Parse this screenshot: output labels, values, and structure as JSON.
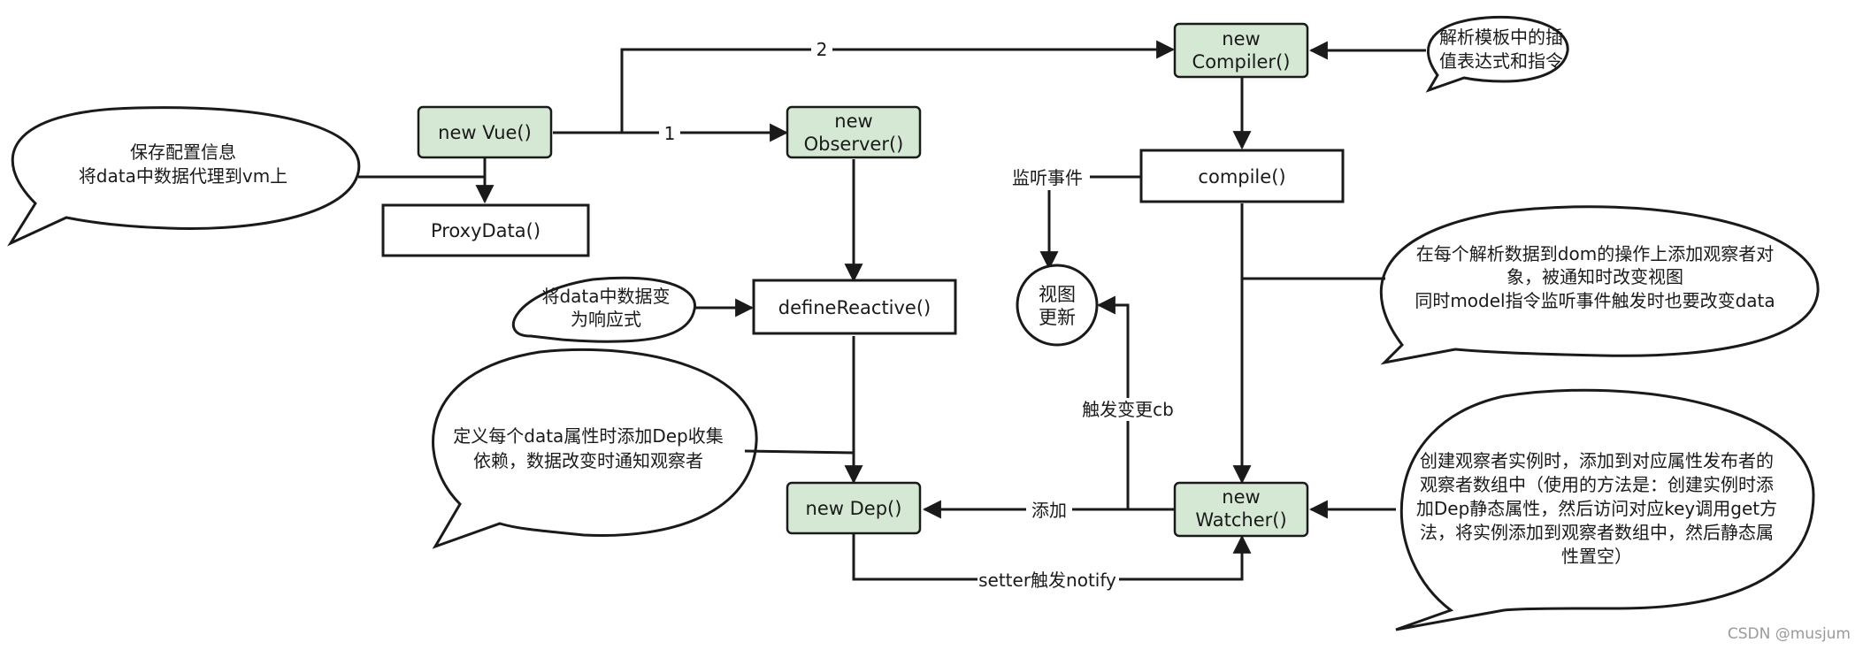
{
  "nodes": {
    "new_vue": "new Vue()",
    "proxy_data": "ProxyData()",
    "new_observer": [
      "new",
      "Observer()"
    ],
    "new_compiler": [
      "new",
      "Compiler()"
    ],
    "compile": "compile()",
    "define_reactive": "defineReactive()",
    "new_dep": "new Dep()",
    "new_watcher": [
      "new",
      "Watcher()"
    ],
    "view_update": [
      "视图",
      "更新"
    ]
  },
  "edge_labels": {
    "to_observer": "1",
    "to_compiler": "2",
    "listen_event": "监听事件",
    "add": "添加",
    "trigger_cb": "触发变更cb",
    "setter_notify": "setter触发notify"
  },
  "notes": {
    "vue_note": [
      "保存配置信息",
      "将data中数据代理到vm上"
    ],
    "reactive_note": [
      "将data中数据变",
      "为响应式"
    ],
    "dep_note": [
      "定义每个data属性时添加Dep收集",
      "依赖，数据改变时通知观察者"
    ],
    "compiler_note": [
      "解析模板中的插",
      "值表达式和指令"
    ],
    "compile_note": [
      "在每个解析数据到dom的操作上添加观察者对",
      "象，被通知时改变视图",
      "同时model指令监听事件触发时也要改变data"
    ],
    "watcher_note": [
      "创建观察者实例时，添加到对应属性发布者的",
      "观察者数组中（使用的方法是：创建实例时添",
      "加Dep静态属性，然后访问对应key调用get方",
      "法，将实例添加到观察者数组中，然后静态属",
      "性置空）"
    ]
  },
  "watermark": "CSDN @musjum",
  "colors": {
    "node_fill": "#d5e8d4",
    "stroke": "#1a1a1a",
    "background": "#ffffff"
  }
}
